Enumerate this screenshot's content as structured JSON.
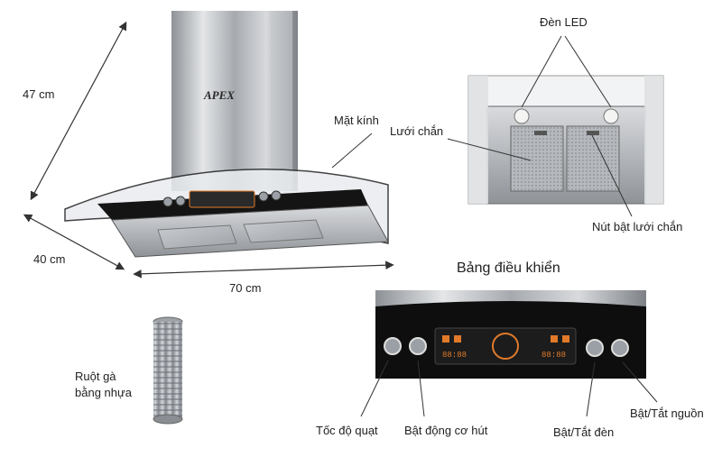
{
  "dimensions": {
    "height": "47 cm",
    "depth": "40 cm",
    "width": "70 cm"
  },
  "main_hood": {
    "brand": "APEX",
    "glass_label": "Mặt kính"
  },
  "filter_view": {
    "led_label": "Đèn LED",
    "filter_label": "Lưới chắn",
    "filter_release_label": "Nút bật lưới chắn"
  },
  "duct": {
    "label_line1": "Ruột gà",
    "label_line2": "bằng nhựa"
  },
  "control_panel": {
    "title": "Bảng điều khiển",
    "fan_speed_label": "Tốc độ quạt",
    "motor_label": "Bật động cơ hút",
    "light_label": "Bật/Tắt đèn",
    "power_label": "Bật/Tắt nguồn",
    "display_left": "88:88",
    "display_right": "88:88"
  },
  "colors": {
    "steel": "#b9bcc0",
    "glass": "#1a1a1a",
    "display_accent": "#e07a2a",
    "line": "#333333"
  }
}
